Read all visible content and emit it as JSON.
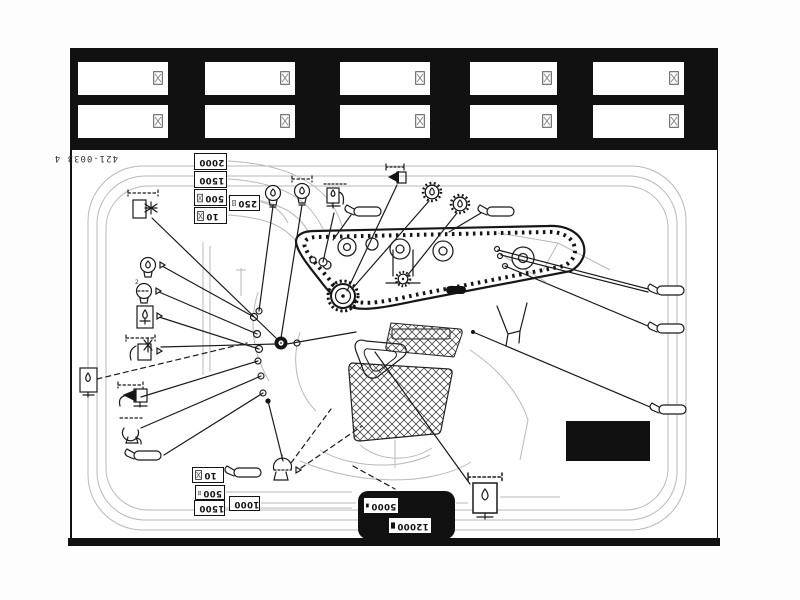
{
  "part_number": "421-0033 4",
  "colors": {
    "band": "#111111",
    "ink": "#1a1a1a",
    "faint_line": "#b8b8b8",
    "paper": "#ffffff"
  },
  "score_values": {
    "upper_left": [
      "2000",
      "1500",
      "500",
      "10"
    ],
    "mid_upper": "250",
    "lower_left": [
      "10",
      "500",
      "1500"
    ],
    "lower_mid": "1000",
    "panel": [
      "5000",
      "12000"
    ]
  },
  "annotations": {
    "lamp_count_label": "2"
  },
  "icons": {
    "card": "lamp-symbol-icon",
    "value_box": "lamp-symbol-icon",
    "panel_box": "filled-square-icon",
    "pointer": "left-triangle-pointer-icon"
  }
}
